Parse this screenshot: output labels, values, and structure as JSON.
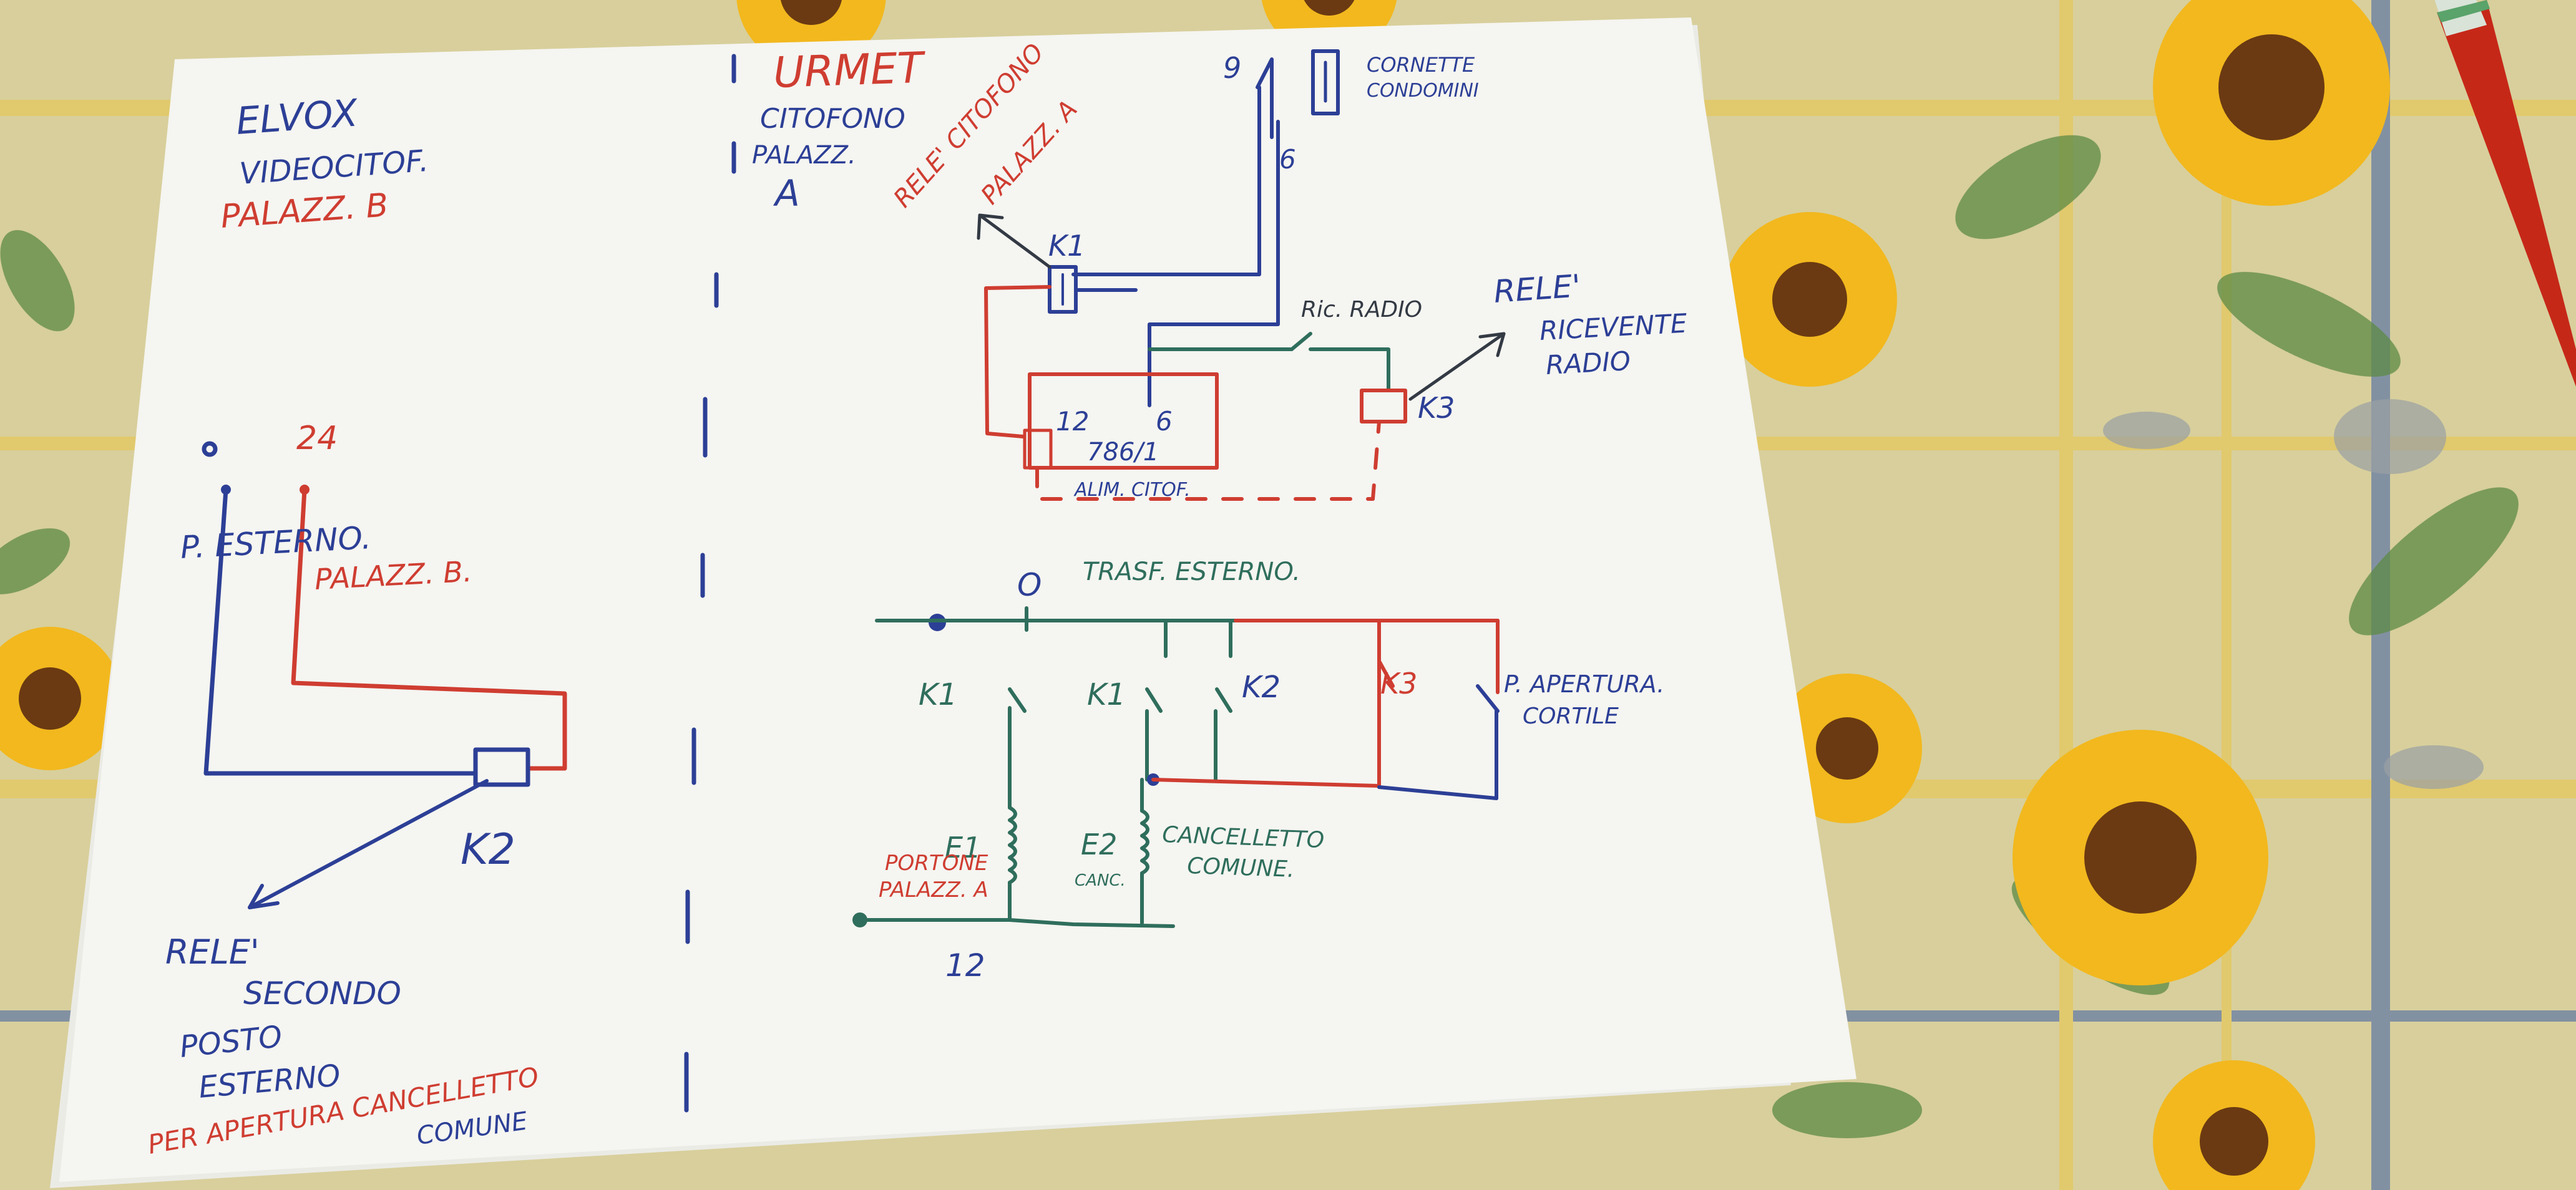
{
  "colors": {
    "blue_ink": "#2c3f96",
    "red_ink": "#cf3d31",
    "green_ink": "#2f6e5c",
    "dark_ink": "#333a44",
    "paper": "#f5f5f1",
    "tablecloth": "#d8cf9c",
    "sunflower_petal": "#f2b81e",
    "sunflower_center": "#6b3a12",
    "leaf": "#4f7a3c",
    "pen_red": "#c62818"
  },
  "labels": {
    "elvox": "ELVOX",
    "videocitof": "VIDEOCITOF.",
    "palazz_b": "PALAZZ. B",
    "urmet": "URMET",
    "citofono": "CITOFONO",
    "palazz": "PALAZZ.",
    "a": "A",
    "rele_citofono_1": "RELE' CITOFONO",
    "rele_citofono_2": "PALAZZ. A",
    "k1": "K1",
    "num_9": "9",
    "num_6": "6",
    "cornette_1": "CORNETTE",
    "cornette_2": "CONDOMINI",
    "ric_radio": "Ric. RADIO",
    "rele_ric_1": "RELE'",
    "rele_ric_2": "RICEVENTE",
    "rele_ric_3": "RADIO",
    "k3": "K3",
    "num_12": "12",
    "num_786": "786/1",
    "alim_citof": "ALIM. CITOF.",
    "zero": "O",
    "trasf": "TRASF. ESTERNO.",
    "k1_a": "K1",
    "k1_b": "K1",
    "k2_sw": "K2",
    "k3_sw": "K3",
    "p_apertura_1": "P. APERTURA.",
    "p_apertura_2": "CORTILE",
    "e1": "E1",
    "e2": "E2",
    "portone_1": "PORTONE",
    "portone_2": "PALAZZ. A",
    "canc_small": "CANC.",
    "cancelletto_1": "CANCELLETTO",
    "cancelletto_2": "COMUNE.",
    "bottom_12": "12",
    "num_24": "24",
    "p_esterno": "P. ESTERNO.",
    "palazz_b2": "PALAZZ. B.",
    "k2_main": "K2",
    "rele_2_1": "RELE'",
    "rele_2_2": "SECONDO",
    "rele_2_3": "POSTO",
    "rele_2_4": "ESTERNO",
    "rele_2_5": "PER APERTURA CANCELLETTO",
    "rele_2_6": "COMUNE"
  }
}
